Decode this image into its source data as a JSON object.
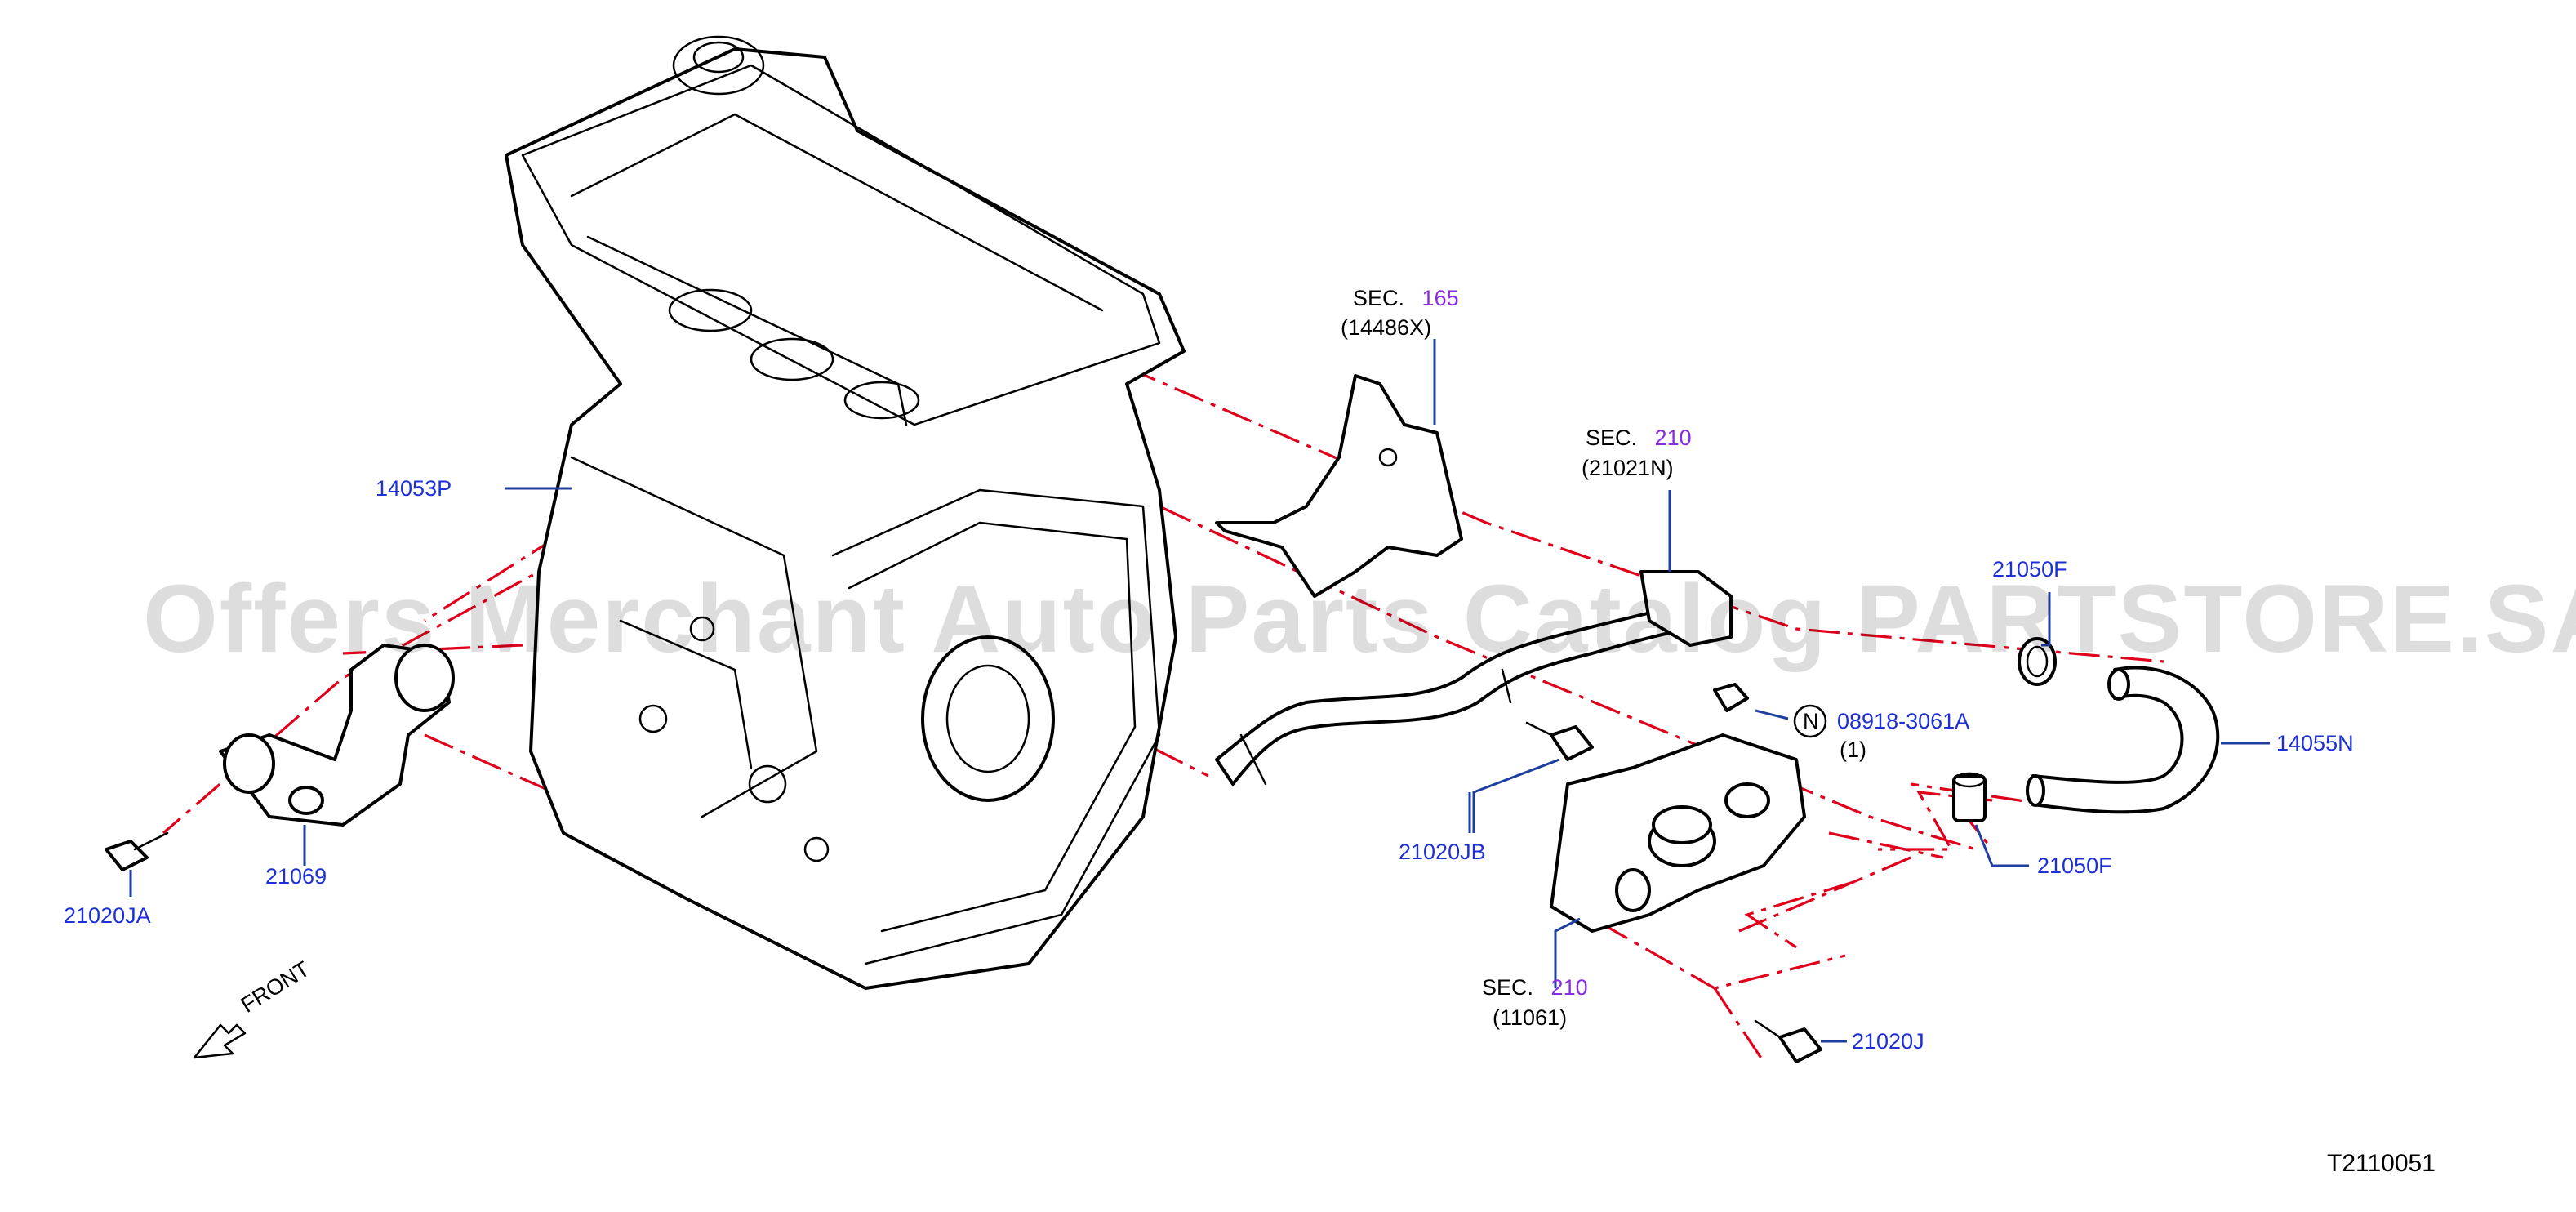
{
  "watermark": "Offers Merchant Auto Parts Catalog PARTSTORE.SA",
  "diagram_id": "T2110051",
  "front_label": "FRONT",
  "notice_symbol": "N",
  "colors": {
    "part_number": "#1d2fd6",
    "sec_number": "#8a2be2",
    "phantom_line": "#e0001b",
    "leader": "#1e3fa0"
  },
  "labels": {
    "p14053P": "14053P",
    "p21069": "21069",
    "p21020JA": "21020JA",
    "p21020JB": "21020JB",
    "p21020J": "21020J",
    "p21050F_top": "21050F",
    "p21050F_bot": "21050F",
    "p14055N": "14055N",
    "p08918": "08918-3061A",
    "qty": "(1)"
  },
  "sections": {
    "sec165": {
      "prefix": "SEC.",
      "number": "165",
      "ref": "(14486X)"
    },
    "sec210_top": {
      "prefix": "SEC.",
      "number": "210",
      "ref": "(21021N)"
    },
    "sec210_bot": {
      "prefix": "SEC.",
      "number": "210",
      "ref": "(11061)"
    }
  }
}
